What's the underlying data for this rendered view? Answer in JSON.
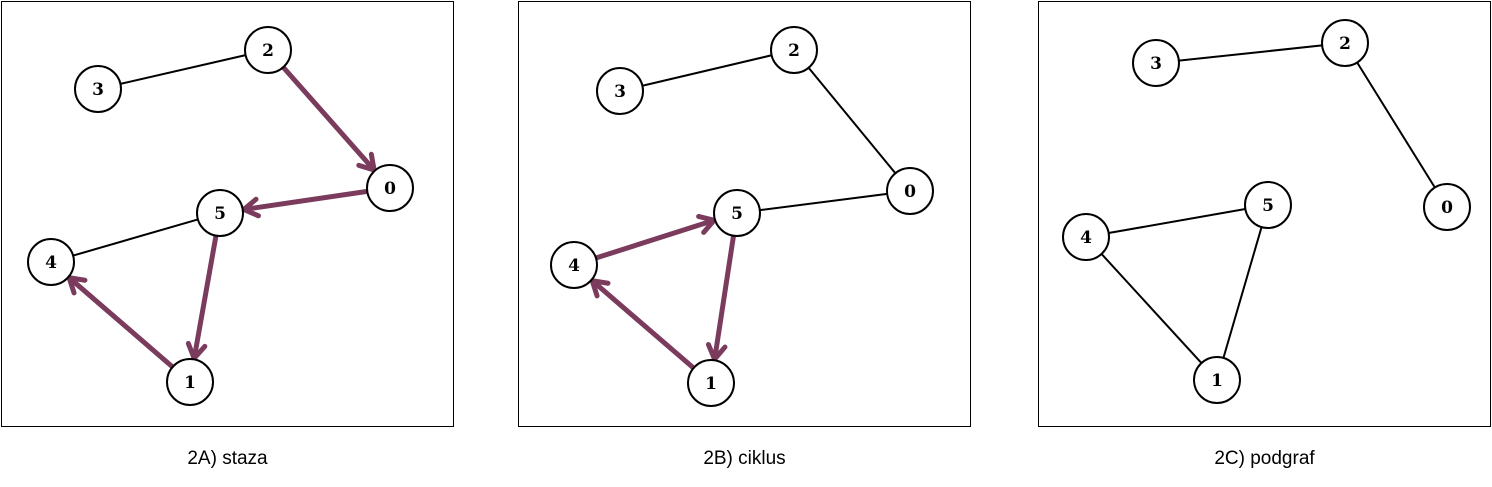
{
  "colors": {
    "highlight": "#7b3b5c",
    "edge": "#000000",
    "node_fill": "#ffffff"
  },
  "panels": [
    {
      "id": "a",
      "caption": "2A) staza",
      "nodes": [
        "0",
        "1",
        "2",
        "3",
        "4",
        "5"
      ],
      "edges": [
        [
          "3",
          "2"
        ],
        [
          "4",
          "5"
        ]
      ],
      "arrows": [
        [
          "2",
          "0"
        ],
        [
          "0",
          "5"
        ],
        [
          "5",
          "1"
        ],
        [
          "1",
          "4"
        ]
      ]
    },
    {
      "id": "b",
      "caption": "2B) ciklus",
      "nodes": [
        "0",
        "1",
        "2",
        "3",
        "4",
        "5"
      ],
      "edges": [
        [
          "3",
          "2"
        ],
        [
          "2",
          "0"
        ],
        [
          "0",
          "5"
        ]
      ],
      "arrows": [
        [
          "4",
          "5"
        ],
        [
          "5",
          "1"
        ],
        [
          "1",
          "4"
        ]
      ]
    },
    {
      "id": "c",
      "caption": "2C) podgraf",
      "nodes": [
        "0",
        "1",
        "2",
        "3",
        "4",
        "5"
      ],
      "edges": [
        [
          "3",
          "2"
        ],
        [
          "2",
          "0"
        ],
        [
          "4",
          "5"
        ],
        [
          "4",
          "1"
        ],
        [
          "5",
          "1"
        ]
      ],
      "arrows": []
    }
  ]
}
